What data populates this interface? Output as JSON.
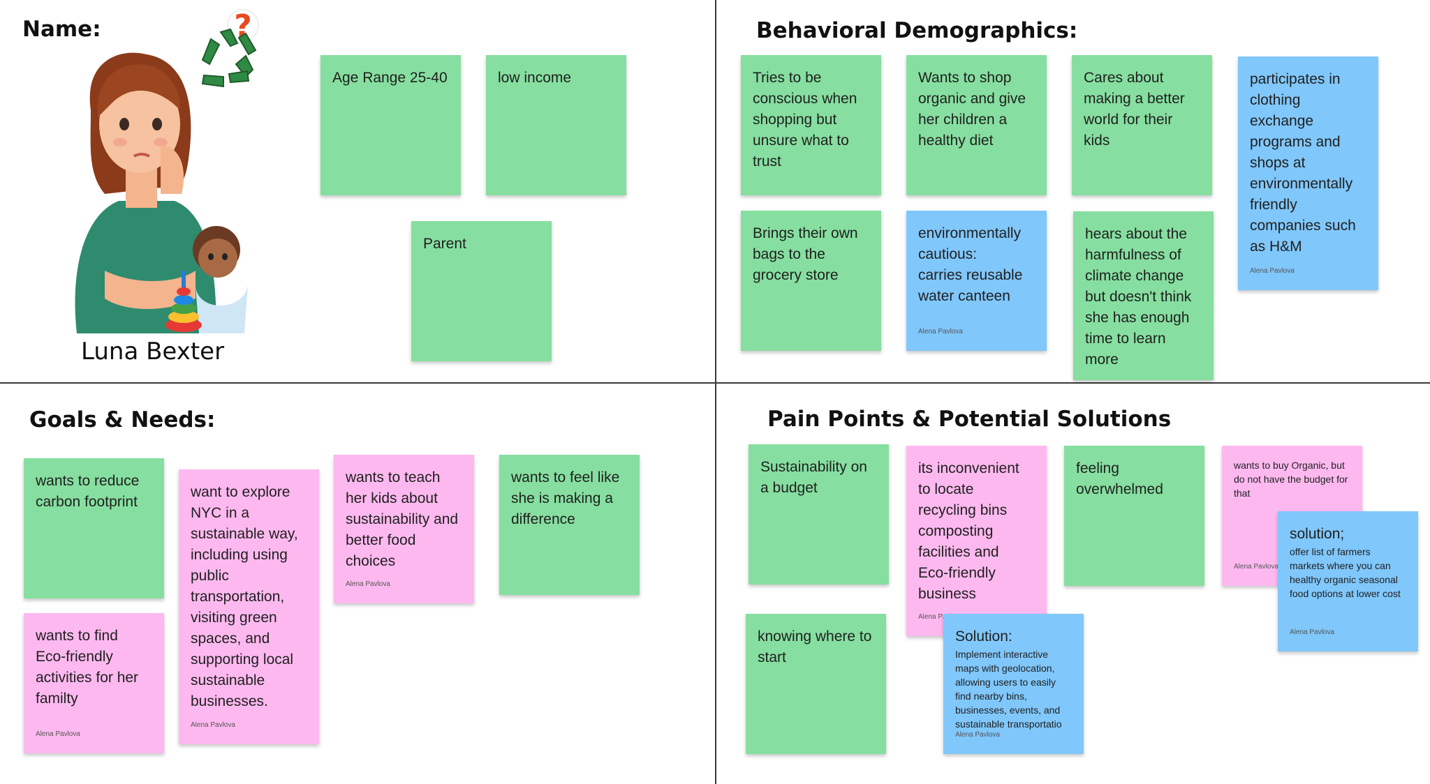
{
  "colors": {
    "green_note": "#86dfa0",
    "blue_note": "#80c7fb",
    "pink_note": "#fdb9ef",
    "divider": "#3a3a3a"
  },
  "headings": {
    "name": "Name:",
    "behavioral": "Behavioral Demographics:",
    "goals": "Goals & Needs:",
    "pain": "Pain Points & Potential Solutions"
  },
  "persona": {
    "name": "Luna Bexter"
  },
  "author": "Alena Pavlova",
  "demographics": {
    "age": "Age Range 25-40",
    "income": "low income",
    "parent": "Parent"
  },
  "behavioral": {
    "b1": "Tries to be\nconscious when\nshopping but\nunsure what to\ntrust",
    "b2": "Wants to shop\norganic and give\nher children a\nhealthy diet",
    "b3": "Cares about\nmaking  a better\nworld for their\nkids",
    "b4": "participates in\nclothing\nexchange\nprograms and\nshops at\nenvironmentally\nfriendly\ncompanies such\nas H&M",
    "b5": "Brings their own\nbags to the\ngrocery store",
    "b6": "environmentally\ncautious:\ncarries reusable\nwater canteen",
    "b7": "hears about the\nharmfulness of\nclimate change\nbut doesn't think\nshe has enough\ntime to learn\nmore"
  },
  "goals": {
    "g1": "wants to reduce\ncarbon footprint",
    "g2": " want to explore\nNYC in a\nsustainable way,\nincluding using\npublic\ntransportation,\nvisiting green\nspaces, and\nsupporting local\nsustainable\nbusinesses.",
    "g3": "wants to teach\nher kids about\nsustainability and\nbetter food\nchoices",
    "g4": "wants to feel like\nshe is making a\ndifference",
    "g5": "wants to find\nEco-friendly\nactivities for her\nfamilty"
  },
  "pain": {
    "p1": "Sustainability on\na budget",
    "p2": "its inconvenient\nto locate\nrecycling bins\ncomposting\nfacilities  and\nEco-friendly\nbusiness",
    "p3": "feeling\noverwhelmed",
    "p4": "wants to buy Organic, but\ndo not have the budget for\nthat",
    "p5": "knowing where to\nstart",
    "s1_title": "Solution:",
    "s1_body": "Implement interactive\nmaps with geolocation,\nallowing users to easily\nfind nearby bins,\nbusinesses, events, and\nsustainable transportatio",
    "s2_title": "solution;",
    "s2_body": "offer list of farmers\nmarkets where you can\nhealthy organic seasonal\nfood options at lower cost"
  }
}
